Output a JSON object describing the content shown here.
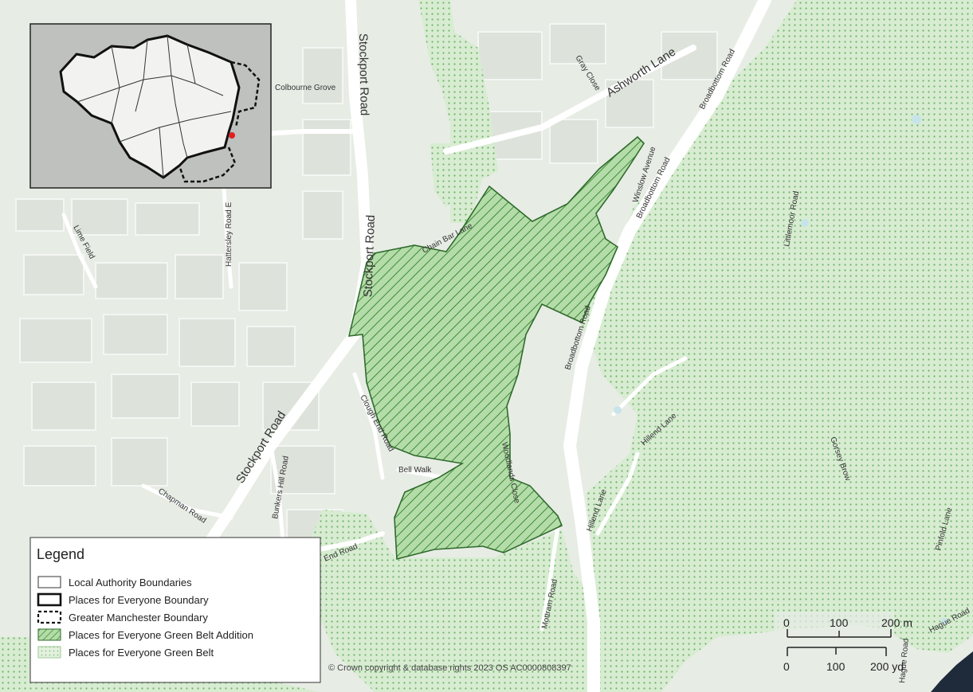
{
  "roads": [
    {
      "id": "stockport-road-top",
      "name": "Stockport Road"
    },
    {
      "id": "stockport-road-mid",
      "name": "Stockport Road"
    },
    {
      "id": "stockport-road-low",
      "name": "Stockport Road"
    },
    {
      "id": "ashworth-lane",
      "name": "Ashworth Lane"
    },
    {
      "id": "broadbottom-road-1",
      "name": "Broadbottom Road"
    },
    {
      "id": "broadbottom-road-2",
      "name": "Broadbottom Road"
    },
    {
      "id": "broadbottom-road-3",
      "name": "Broadbottom Road"
    },
    {
      "id": "colbourne-grove",
      "name": "Colbourne Grove"
    },
    {
      "id": "gray-close",
      "name": "Gray Close"
    },
    {
      "id": "winslow-avenue",
      "name": "Winslow Avenue"
    },
    {
      "id": "littlemoor-road",
      "name": "Littlemoor Road"
    },
    {
      "id": "chain-bar-lane",
      "name": "Chain Bar Lane"
    },
    {
      "id": "hattersley-road-east",
      "name": "Hattersley Road E"
    },
    {
      "id": "lime-field",
      "name": "Lime Field"
    },
    {
      "id": "clough-end-road",
      "name": "Clough End Road"
    },
    {
      "id": "bell-walk",
      "name": "Bell Walk"
    },
    {
      "id": "woodlands-close",
      "name": "Woodlands Close"
    },
    {
      "id": "hillend-lane-1",
      "name": "Hillend Lane"
    },
    {
      "id": "hillend-lane-2",
      "name": "Hillend Lane"
    },
    {
      "id": "gorsey-brow",
      "name": "Gorsey Brow"
    },
    {
      "id": "bunkers-hill-road",
      "name": "Bunkers Hill Road"
    },
    {
      "id": "chapman-road",
      "name": "Chapman Road"
    },
    {
      "id": "end-road",
      "name": "End Road"
    },
    {
      "id": "mottram-road",
      "name": "Mottram Road"
    },
    {
      "id": "pinfold-lane",
      "name": "Pinfold Lane"
    },
    {
      "id": "hague-road",
      "name": "Hague Road"
    },
    {
      "id": "hague-road-2",
      "name": "Hague Road"
    }
  ],
  "legend": {
    "title": "Legend",
    "items": [
      {
        "id": "local-authority",
        "label": "Local Authority Boundaries"
      },
      {
        "id": "pfe-boundary",
        "label": "Places for Everyone Boundary"
      },
      {
        "id": "gm-boundary",
        "label": "Greater Manchester Boundary"
      },
      {
        "id": "gb-addition",
        "label": "Places for Everyone Green Belt Addition"
      },
      {
        "id": "green-belt",
        "label": "Places for Everyone Green Belt"
      }
    ]
  },
  "scale_bar": {
    "metric_ticks": [
      "0",
      "100",
      "200 m"
    ],
    "imperial_ticks": [
      "0",
      "100",
      "200 yd"
    ]
  },
  "copyright": "© Crown copyright & database rights 2023 OS AC0000808397",
  "colors": {
    "green_fill": "#d8ecd2",
    "green_dot": "#6fb46a",
    "addition_fill": "#b4dca8",
    "addition_hatch": "#3d8a3a",
    "addition_outline": "#2f6b2c",
    "base_map": "#e7ece5",
    "road_white": "#ffffff",
    "site_marker": "#e02020"
  }
}
